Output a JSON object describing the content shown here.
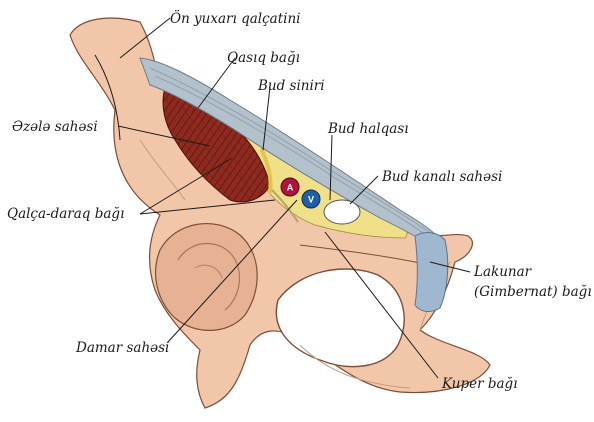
{
  "labels": {
    "on_yuxari": "Ön yuxarı qalçatini",
    "qasiq_bagi": "Qasıq bağı",
    "bud_siniri": "Bud siniri",
    "bud_halqasi": "Bud halqası",
    "ezele_sahesi": "Əzələ sahəsi",
    "bud_kanali": "Bud kanalı sahəsi",
    "qalca_daraq": "Qalça-daraq bağı",
    "lakunar_1": "Lakunar",
    "lakunar_2": "(Gimbernat) bağı",
    "damar_sahesi": "Damar sahəsi",
    "kuper_bagi": "Kuper bağı"
  },
  "vessels": {
    "artery": "A",
    "vein": "V"
  },
  "colors": {
    "bone": "#f2c7a9",
    "bone_shadow": "#c99a7c",
    "ligament": "#b3c1cc",
    "lacunar": "#9fb7cf",
    "muscle": "#8e2a1f",
    "fat": "#f1e08a",
    "artery": "#b3123a",
    "vein": "#1f5fa8"
  }
}
